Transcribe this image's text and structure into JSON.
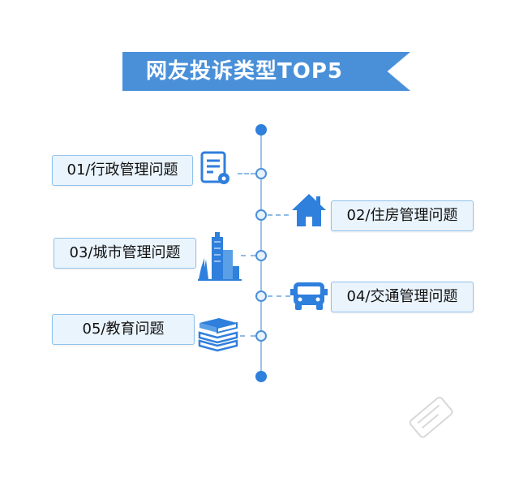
{
  "title": "网友投诉类型TOP5",
  "colors": {
    "accent": "#4a90d9",
    "dot": "#2f7fdc",
    "box_bg": "#eaf4fd",
    "box_border": "#8fc2ec"
  },
  "items": [
    {
      "label": "01/行政管理问题",
      "icon": "document-gear-icon"
    },
    {
      "label": "02/住房管理问题",
      "icon": "house-icon"
    },
    {
      "label": "03/城市管理问题",
      "icon": "city-buildings-icon"
    },
    {
      "label": "04/交通管理问题",
      "icon": "bus-icon"
    },
    {
      "label": "05/教育问题",
      "icon": "books-icon"
    }
  ]
}
